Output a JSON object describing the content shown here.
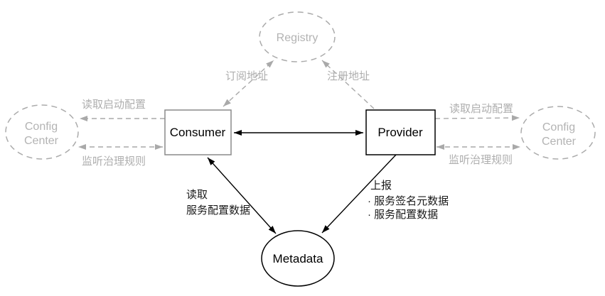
{
  "diagram": {
    "title": "service-architecture-diagram",
    "nodes": {
      "registry": {
        "label": "Registry"
      },
      "config_center_left": {
        "line1": "Config",
        "line2": "Center"
      },
      "config_center_right": {
        "line1": "Config",
        "line2": "Center"
      },
      "consumer": {
        "label": "Consumer"
      },
      "provider": {
        "label": "Provider"
      },
      "metadata": {
        "label": "Metadata"
      }
    },
    "edge_labels": {
      "subscribe_address": "订阅地址",
      "register_address": "注册地址",
      "read_startup_config_left": "读取启动配置",
      "listen_governance_left": "监听治理规则",
      "read_startup_config_right": "读取启动配置",
      "listen_governance_right": "监听治理规则",
      "read_metadata_line1": "读取",
      "read_metadata_line2": "服务配置数据",
      "report_line1": "上报",
      "report_line2": "· 服务签名元数据",
      "report_line3": "· 服务配置数据"
    },
    "colors": {
      "background": "#ffffff",
      "muted_gray": "#a9a9a9",
      "muted_text": "#b3b3b3",
      "black": "#000000",
      "consumer_border": "#8a8a8a"
    }
  }
}
